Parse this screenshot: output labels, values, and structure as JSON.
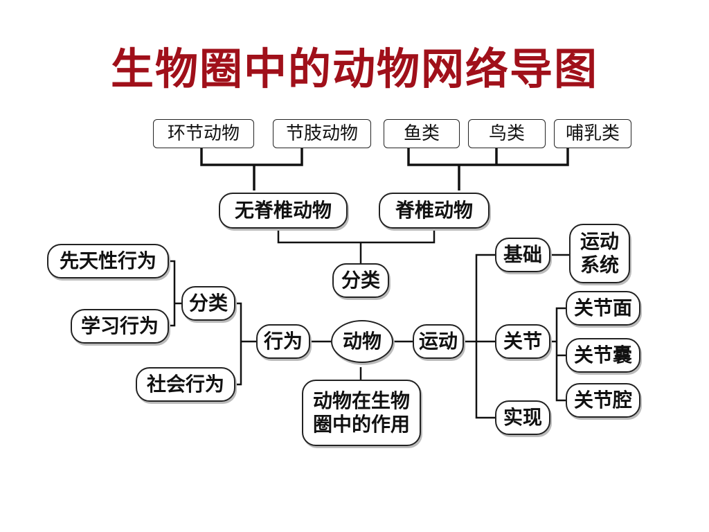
{
  "title": "生物圈中的动物网络导图",
  "top_groups": {
    "annelid": "环节动物",
    "arthropod": "节肢动物",
    "fish": "鱼类",
    "bird": "鸟类",
    "mammal": "哺乳类"
  },
  "classification": {
    "invertebrate": "无脊椎动物",
    "vertebrate": "脊椎动物",
    "label": "分类"
  },
  "behavior": {
    "innate": "先天性行为",
    "learned": "学习行为",
    "social": "社会行为",
    "classify": "分类",
    "label": "行为"
  },
  "center": "动物",
  "role": "动物在生物圈中的作用",
  "movement": {
    "label": "运动",
    "basis": "基础",
    "system": "运动系统",
    "joint": "关节",
    "joint_surface": "关节面",
    "joint_capsule": "关节囊",
    "joint_cavity": "关节腔",
    "realize": "实现"
  }
}
